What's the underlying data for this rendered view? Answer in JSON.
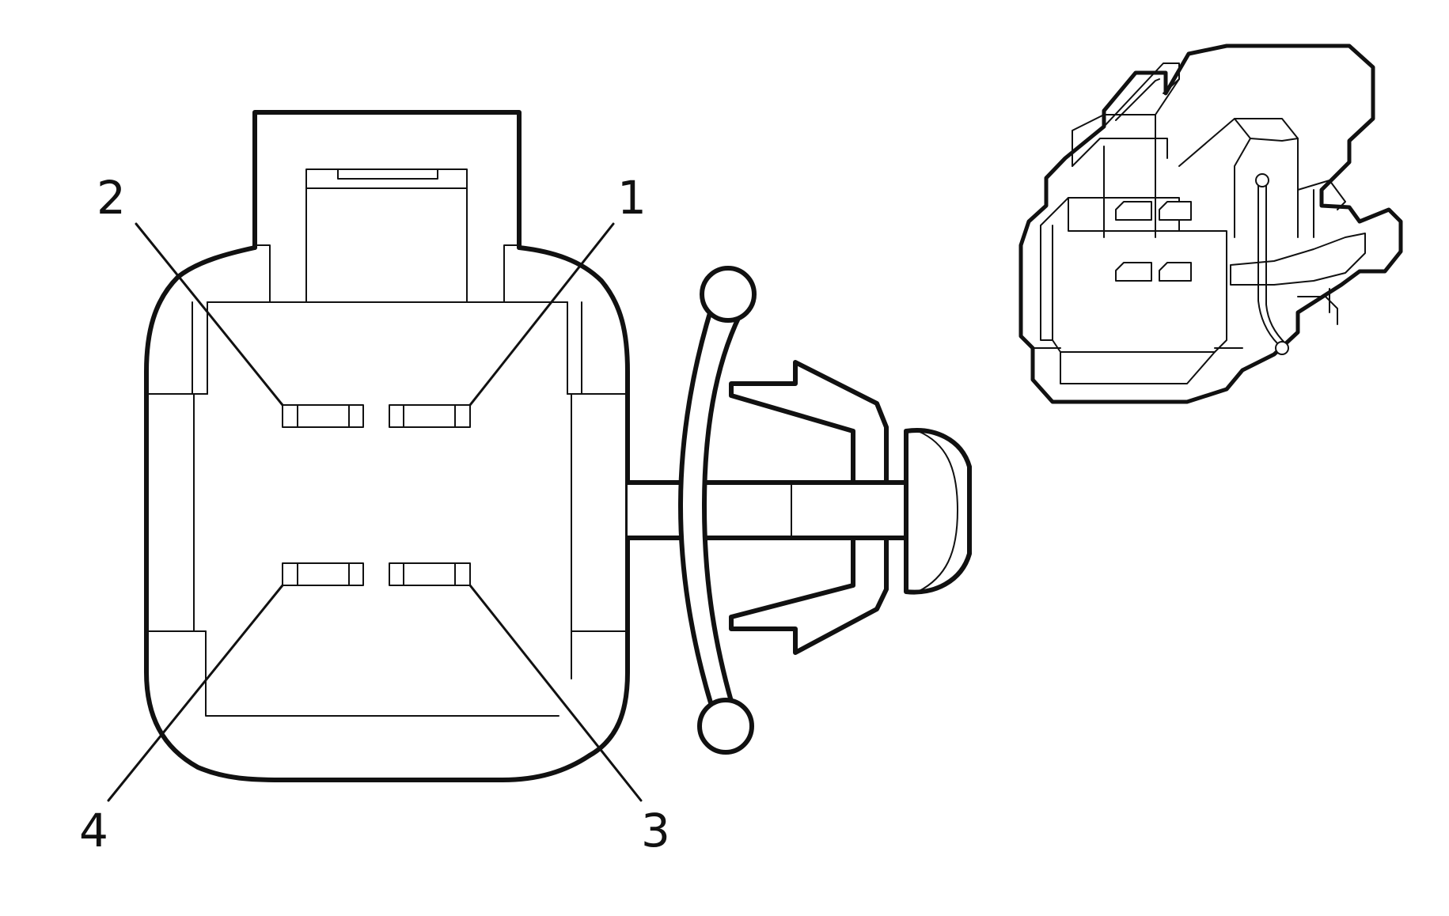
{
  "diagram": {
    "pin_labels": {
      "pin1": "1",
      "pin2": "2",
      "pin3": "3",
      "pin4": "4"
    },
    "colors": {
      "line": "#111111",
      "background": "#ffffff"
    }
  }
}
